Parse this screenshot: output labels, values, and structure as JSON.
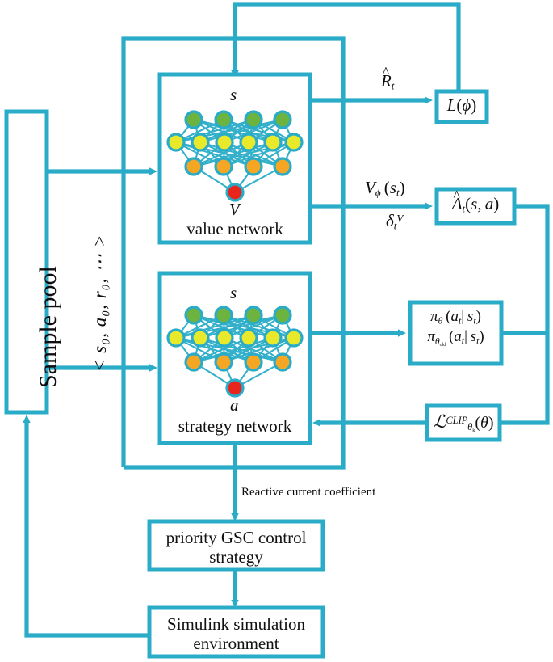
{
  "meta": {
    "title": "PPO-based reactive current coefficient control block diagram",
    "accent_color": "#2AACC8",
    "text_color": "#111111",
    "background": "#FFFFFF",
    "node_colors": {
      "input_layer_green": "#6CB33F",
      "hidden_layer_yellow": "#E9E92B",
      "hidden_layer_orange": "#F5A623",
      "output_red": "#E8251C",
      "node_ring": "#2AACC8",
      "edge": "#2AACC8"
    }
  },
  "blocks": {
    "sample_pool": {
      "label": "Sample pool"
    },
    "trajectory": {
      "label": "< s₀, a₀, r₀, ⋯ >"
    },
    "value_network": {
      "caption": "value network",
      "input_symbol": "s",
      "output_symbol": "V"
    },
    "strategy_network": {
      "caption": "strategy network",
      "input_symbol": "s",
      "output_symbol": "a"
    },
    "value_loss": {
      "label": "L(ϕ)"
    },
    "advantage": {
      "label": "Âₜ(s, a)"
    },
    "policy_ratio": {
      "numerator": "πθ (aₜ| sₜ)",
      "denominator": "πθold (aₜ| sₜ)"
    },
    "clip_objective": {
      "label": "ℒ CLIP θk (θ)"
    },
    "gsc_strategy": {
      "line1": "priority GSC control",
      "line2": "strategy"
    },
    "simulink": {
      "line1": "Simulink simulation",
      "line2": "environment"
    }
  },
  "edge_labels": {
    "return_estimate": "R̂ₜ",
    "value_estimate": "Vϕ (sₜ)",
    "td_error": "δₜᵛ",
    "reactive_current": "Reactive current coefficient"
  },
  "network_topology": {
    "layers": [
      {
        "name": "input-layer",
        "color": "#6CB33F",
        "count": 4
      },
      {
        "name": "hidden-layer-1",
        "color": "#E9E92B",
        "count": 6
      },
      {
        "name": "hidden-layer-2",
        "color": "#F5A623",
        "count": 4
      },
      {
        "name": "output-layer",
        "color": "#E8251C",
        "count": 1
      }
    ]
  }
}
